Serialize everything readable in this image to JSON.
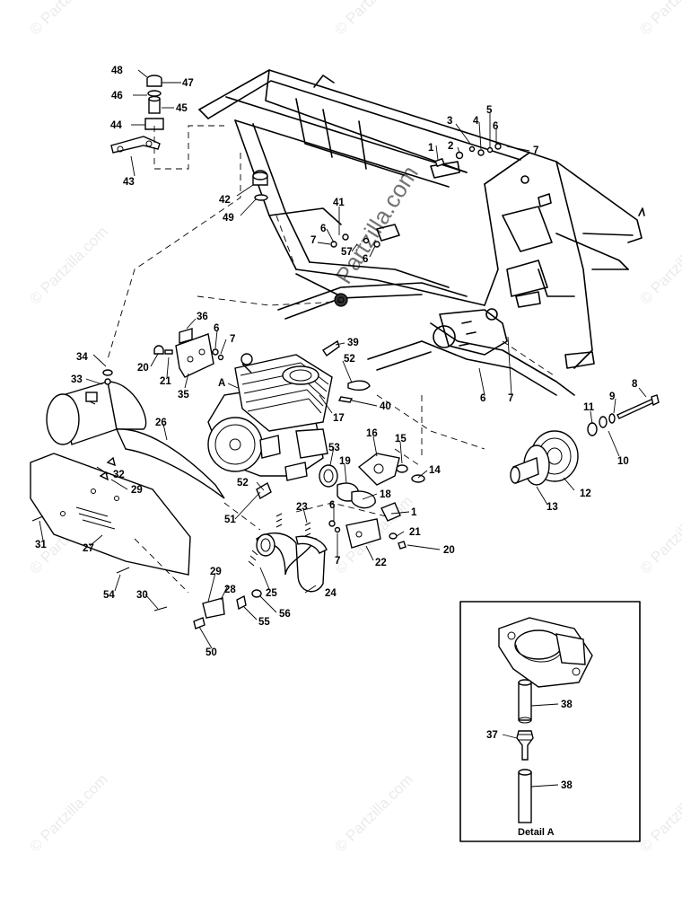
{
  "watermark": {
    "text": "© Partzilla.com",
    "center_text": "Partzilla.com"
  },
  "detail": {
    "label": "Detail A"
  },
  "view_marker": "A",
  "callouts": [
    {
      "id": "48",
      "text": "48"
    },
    {
      "id": "47",
      "text": "47"
    },
    {
      "id": "46",
      "text": "46"
    },
    {
      "id": "45",
      "text": "45"
    },
    {
      "id": "44",
      "text": "44"
    },
    {
      "id": "43",
      "text": "43"
    },
    {
      "id": "42",
      "text": "42"
    },
    {
      "id": "49",
      "text": "49"
    },
    {
      "id": "3",
      "text": "3"
    },
    {
      "id": "4",
      "text": "4"
    },
    {
      "id": "5",
      "text": "5"
    },
    {
      "id": "6a",
      "text": "6"
    },
    {
      "id": "2",
      "text": "2"
    },
    {
      "id": "1a",
      "text": "1"
    },
    {
      "id": "7a",
      "text": "7"
    },
    {
      "id": "41",
      "text": "41"
    },
    {
      "id": "6b",
      "text": "6"
    },
    {
      "id": "7b",
      "text": "7"
    },
    {
      "id": "57",
      "text": "57"
    },
    {
      "id": "6c",
      "text": "6"
    },
    {
      "id": "36",
      "text": "36"
    },
    {
      "id": "6d",
      "text": "6"
    },
    {
      "id": "7c",
      "text": "7"
    },
    {
      "id": "34",
      "text": "34"
    },
    {
      "id": "20a",
      "text": "20"
    },
    {
      "id": "21a",
      "text": "21"
    },
    {
      "id": "35",
      "text": "35"
    },
    {
      "id": "39",
      "text": "39"
    },
    {
      "id": "52a",
      "text": "52"
    },
    {
      "id": "33",
      "text": "33"
    },
    {
      "id": "40",
      "text": "40"
    },
    {
      "id": "17",
      "text": "17"
    },
    {
      "id": "6e",
      "text": "6"
    },
    {
      "id": "7d",
      "text": "7"
    },
    {
      "id": "8",
      "text": "8"
    },
    {
      "id": "9",
      "text": "9"
    },
    {
      "id": "11",
      "text": "11"
    },
    {
      "id": "10",
      "text": "10"
    },
    {
      "id": "26",
      "text": "26"
    },
    {
      "id": "16",
      "text": "16"
    },
    {
      "id": "15",
      "text": "15"
    },
    {
      "id": "53",
      "text": "53"
    },
    {
      "id": "19",
      "text": "19"
    },
    {
      "id": "14",
      "text": "14"
    },
    {
      "id": "12",
      "text": "12"
    },
    {
      "id": "13",
      "text": "13"
    },
    {
      "id": "32",
      "text": "32"
    },
    {
      "id": "29a",
      "text": "29"
    },
    {
      "id": "52b",
      "text": "52"
    },
    {
      "id": "18",
      "text": "18"
    },
    {
      "id": "51",
      "text": "51"
    },
    {
      "id": "23",
      "text": "23"
    },
    {
      "id": "6f",
      "text": "6"
    },
    {
      "id": "1b",
      "text": "1"
    },
    {
      "id": "21b",
      "text": "21"
    },
    {
      "id": "20b",
      "text": "20"
    },
    {
      "id": "31",
      "text": "31"
    },
    {
      "id": "27",
      "text": "27"
    },
    {
      "id": "7e",
      "text": "7"
    },
    {
      "id": "22",
      "text": "22"
    },
    {
      "id": "29b",
      "text": "29"
    },
    {
      "id": "54",
      "text": "54"
    },
    {
      "id": "28",
      "text": "28"
    },
    {
      "id": "25",
      "text": "25"
    },
    {
      "id": "24",
      "text": "24"
    },
    {
      "id": "30",
      "text": "30"
    },
    {
      "id": "56",
      "text": "56"
    },
    {
      "id": "55",
      "text": "55"
    },
    {
      "id": "50",
      "text": "50"
    },
    {
      "id": "38a",
      "text": "38"
    },
    {
      "id": "37",
      "text": "37"
    },
    {
      "id": "38b",
      "text": "38"
    }
  ]
}
